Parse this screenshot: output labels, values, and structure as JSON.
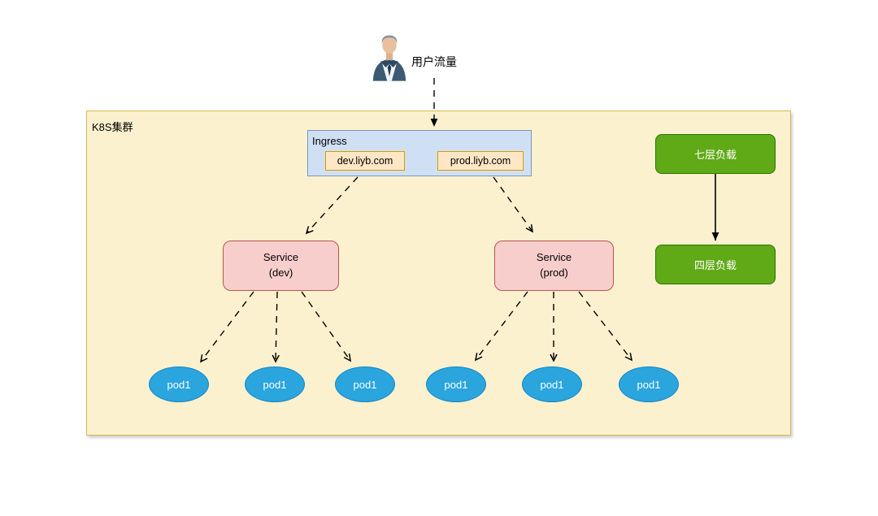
{
  "user": {
    "icon": "business-person-icon",
    "label": "用户流量"
  },
  "cluster": {
    "label": "K8S集群"
  },
  "ingress": {
    "label": "Ingress",
    "hosts": [
      {
        "label": "dev.liyb.com"
      },
      {
        "label": "prod.liyb.com"
      }
    ]
  },
  "services": [
    {
      "name": "Service",
      "env": "(dev)"
    },
    {
      "name": "Service",
      "env": "(prod)"
    }
  ],
  "pods": [
    {
      "label": "pod1"
    },
    {
      "label": "pod1"
    },
    {
      "label": "pod1"
    },
    {
      "label": "pod1"
    },
    {
      "label": "pod1"
    },
    {
      "label": "pod1"
    }
  ],
  "load_balancers": [
    {
      "label": "七层负载"
    },
    {
      "label": "四层负载"
    }
  ],
  "colors": {
    "cluster_fill": "#fbf1ce",
    "cluster_border": "#d6b656",
    "ingress_fill": "#cfe0f5",
    "ingress_border": "#7c96bc",
    "host_fill": "#ffe7c6",
    "host_border": "#d79b00",
    "service_fill": "#f8cecc",
    "service_border": "#b85450",
    "lb_fill": "#60a917",
    "lb_border": "#2d7600",
    "pod_fill": "#2aa5de",
    "pod_border": "#1887c6",
    "arrow": "#000000"
  }
}
